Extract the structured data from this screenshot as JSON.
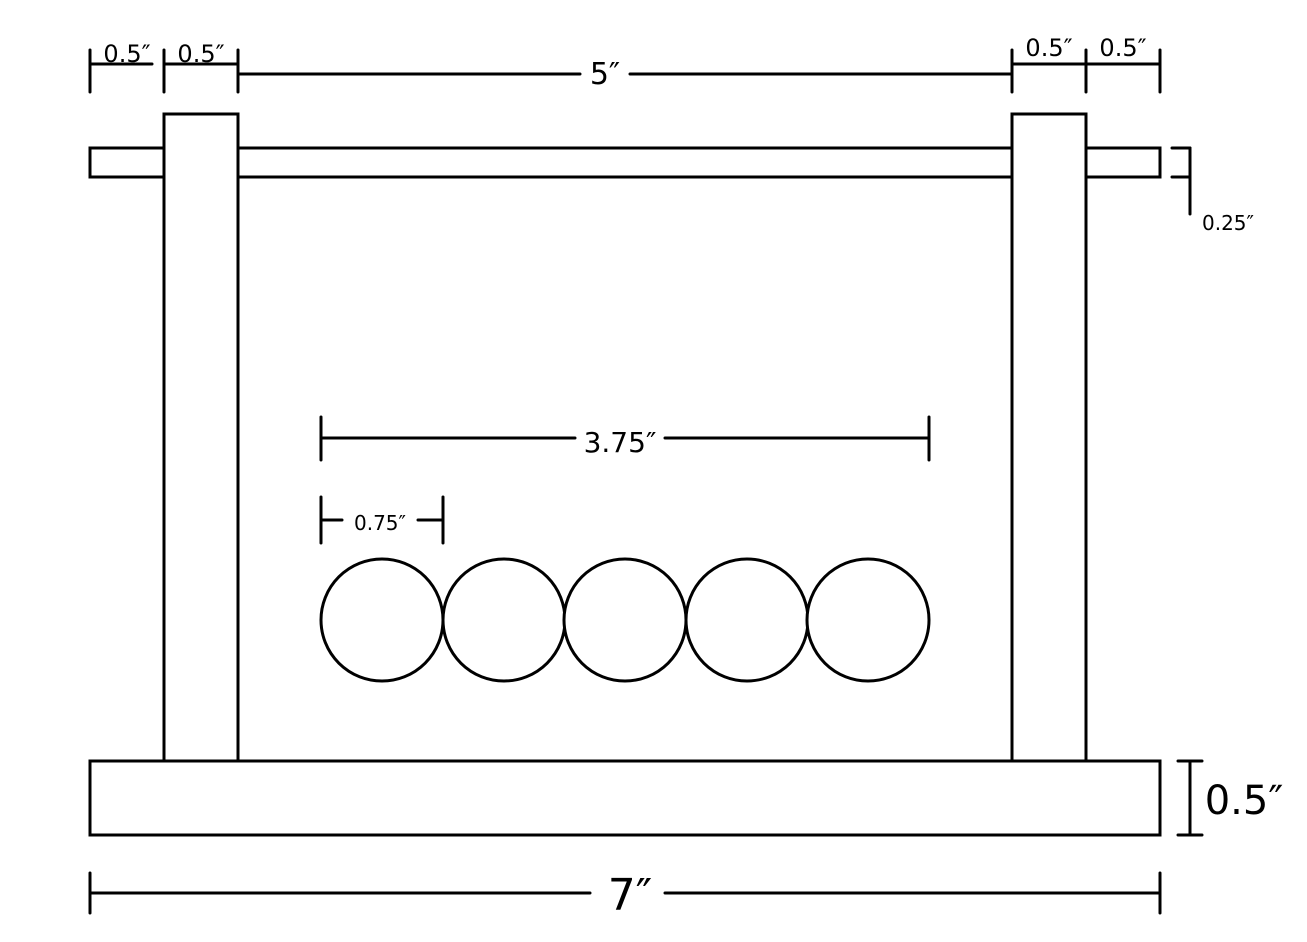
{
  "diagram": {
    "colors": {
      "stroke": "#000000",
      "background": "#ffffff"
    },
    "labels": {
      "left_outer": "0.5″",
      "left_post": "0.5″",
      "span": "5″",
      "right_post": "0.5″",
      "right_outer": "0.5″",
      "rod_thickness": "0.25″",
      "ball_row": "3.75″",
      "ball_diameter": "0.75″",
      "base_height": "0.5″",
      "base_width": "7″"
    },
    "ball_count": 5
  }
}
